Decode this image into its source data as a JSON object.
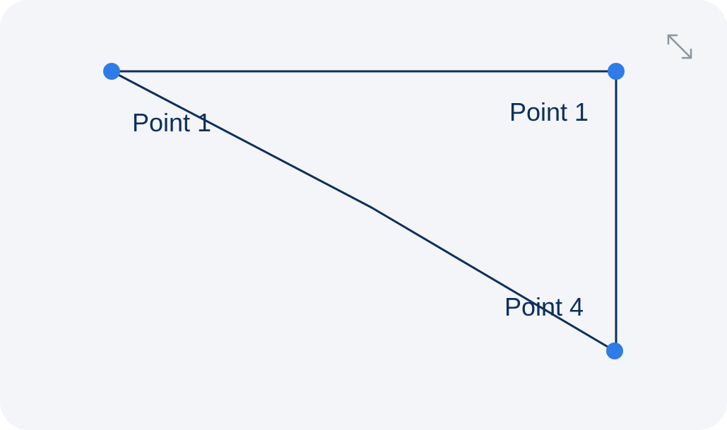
{
  "diagram": {
    "points": [
      {
        "label": "Point 1"
      },
      {
        "label": "Point 1"
      },
      {
        "label": "Point 4"
      }
    ]
  },
  "colors": {
    "background": "#f3f5f8",
    "line": "#0d2f5c",
    "vertex": "#2f7be8",
    "label": "#0d2f5c",
    "icon": "#8a959f"
  },
  "controls": {
    "expand_icon": "expand-diagonal-arrows-icon"
  }
}
